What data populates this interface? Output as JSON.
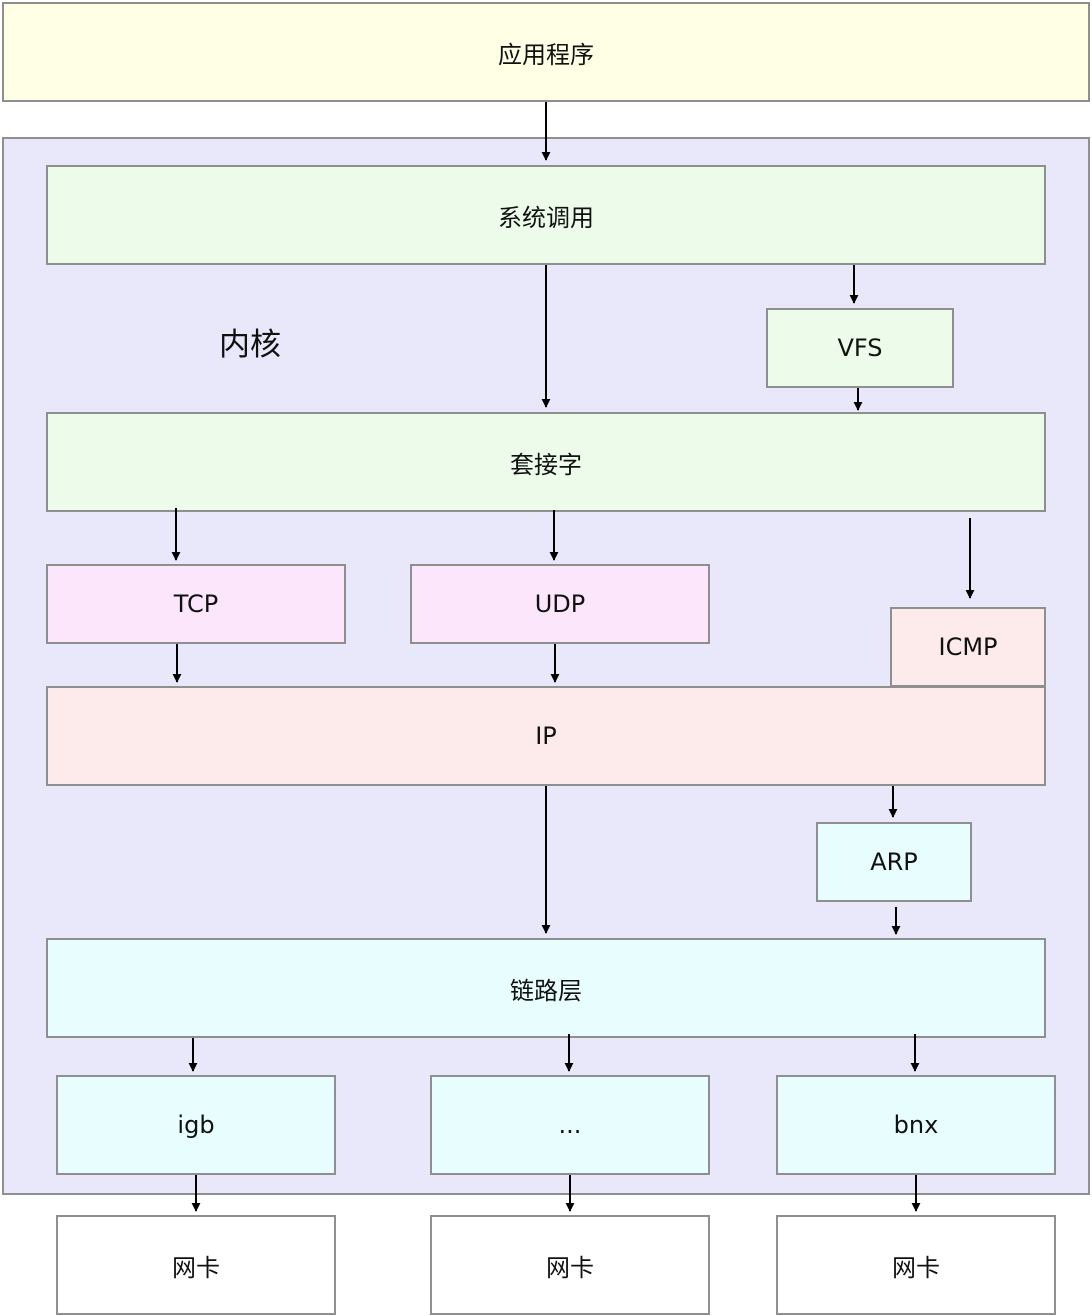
{
  "diagram": {
    "application": "应用程序",
    "kernel_label": "内核",
    "syscall": "系统调用",
    "vfs": "VFS",
    "socket": "套接字",
    "tcp": "TCP",
    "udp": "UDP",
    "icmp": "ICMP",
    "ip": "IP",
    "arp": "ARP",
    "link_layer": "链路层",
    "drivers": [
      "igb",
      "...",
      "bnx"
    ],
    "nics": [
      "网卡",
      "网卡",
      "网卡"
    ]
  },
  "colors": {
    "application": "#ffffe6",
    "kernel": "#e8e8fa",
    "green": "#ecfbea",
    "pink": "#fce6fb",
    "salmon": "#fdebeb",
    "cyan": "#e8fdfd",
    "white": "#ffffff",
    "border": "#8f8f8f",
    "arrow": "#000000"
  }
}
